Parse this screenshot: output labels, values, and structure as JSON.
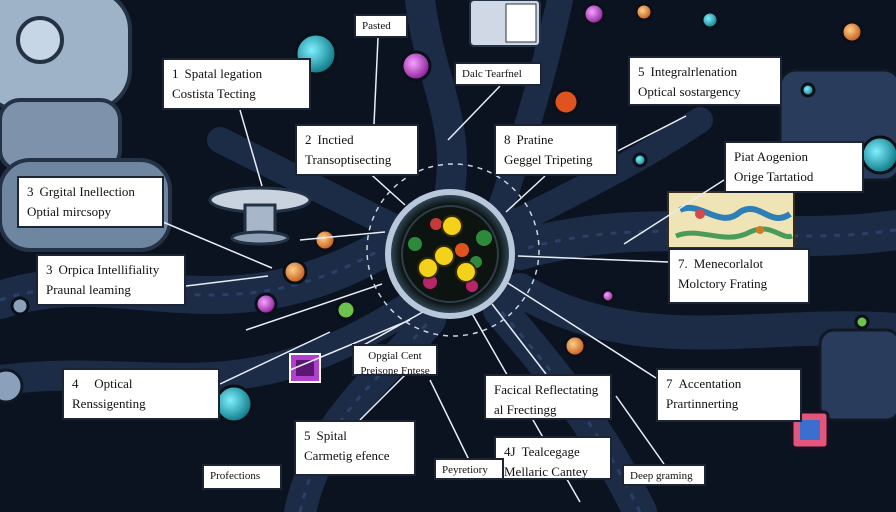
{
  "colors": {
    "background": "#0b1220",
    "panel": "#16233a",
    "tube": "#223552",
    "accent_cyan": "#1fb8c8",
    "accent_magenta": "#c03cc8",
    "accent_orange": "#e27a2a",
    "accent_yellow": "#f2d21a",
    "label_bg": "#ffffff",
    "line": "#e8eef8"
  },
  "labels": {
    "pasted": "Pasted",
    "spatial_num": "1",
    "spatial_l1": "Spatal legation",
    "spatial_l2": "Costista Tecting",
    "dalc": "Dalc Tearfnel",
    "integral_num": "5",
    "integral_l1": "Integralrlenation",
    "integral_l2": "Optical sostargency",
    "inctied_num": "2",
    "inctied_l1": "Inctied",
    "inctied_l2": "Transoptisecting",
    "pratine_num": "8",
    "pratine_l1": "Pratine",
    "pratine_l2": "Geggel Tripeting",
    "piat_l1": "Piat Aogenion",
    "piat_l2": "Orige Tartatiod",
    "grgital_num": "3",
    "grgital_l1": "Grgital Inellection",
    "grgital_l2": "Optial mircsopy",
    "orpica_num": "3",
    "orpica_l1": "Orpica Intellifiality",
    "orpica_l2": "Praunal leaming",
    "menecor_num": "7.",
    "menecor_l1": "Menecorlalot",
    "menecor_l2": "Molctory Frating",
    "optical_num": "4",
    "optical_l1": "Optical",
    "optical_l2": "Renssigenting",
    "opgial_l1": "Opgial Cent",
    "opgial_l2": "Preisone Fntese",
    "facical_l1": "Facical Reflectating",
    "facical_l2": "al Frectingg",
    "accent_num": "7",
    "accent_l1": "Accentation",
    "accent_l2": "Prartinnerting",
    "spital_num": "5",
    "spital_l1": "Spital",
    "spital_l2": "Carmetig efence",
    "teal_num": "4J",
    "teal_l1": "Tealcegage",
    "teal_l2": "Mellaric Cantey",
    "protections": "Profections",
    "peyretory": "Peyretiory",
    "deep": "Deep graming"
  }
}
